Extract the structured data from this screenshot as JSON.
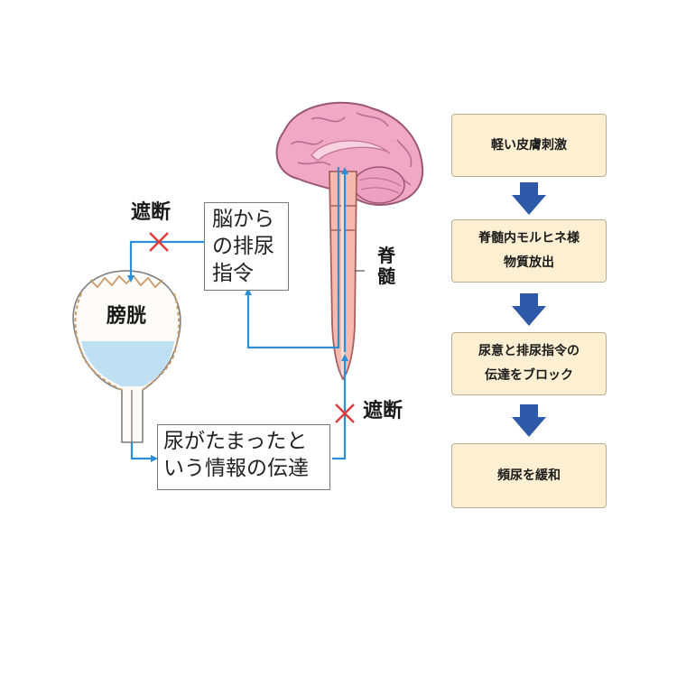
{
  "labels": {
    "block_top": "遮断",
    "block_bottom": "遮断",
    "bladder": "膀胱",
    "spine": "脊髄"
  },
  "boxes": {
    "brain_command": [
      "脳から",
      "の排尿",
      "指令"
    ],
    "bladder_info": [
      "尿がたまったと",
      "いう情報の伝達"
    ]
  },
  "flow": [
    {
      "text": [
        "軽い皮膚刺激"
      ]
    },
    {
      "text": [
        "脊髄内モルヒネ様",
        "物質放出"
      ]
    },
    {
      "text": [
        "尿意と排尿指令の",
        "伝達をブロック"
      ]
    },
    {
      "text": [
        "頻尿を緩和"
      ]
    }
  ],
  "colors": {
    "signal_line": "#2a8fd6",
    "block_mark": "#e03b3b",
    "flow_arrow": "#2e58a8",
    "flow_box": "#fdf0d2",
    "brain": "#f0a8c4",
    "bladder_fluid": "#bfe0f2"
  }
}
